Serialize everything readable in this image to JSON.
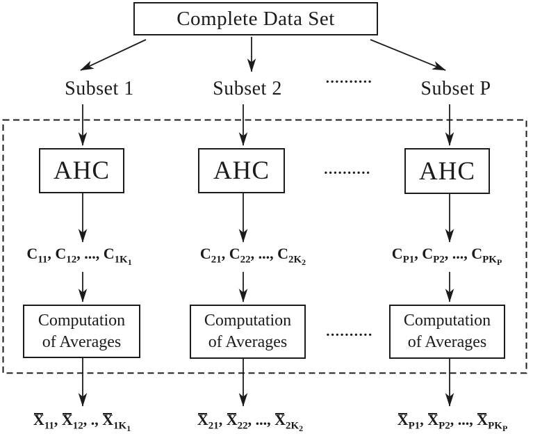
{
  "diagram": {
    "title_box": "Complete Data Set",
    "subsets": [
      "Subset 1",
      "Subset 2",
      "Subset P"
    ],
    "ellipsis": "..........",
    "ahc_label": "AHC",
    "averages_lines": [
      "Computation",
      "of Averages"
    ],
    "columns": [
      {
        "clusters": [
          [
            "n",
            "C"
          ],
          [
            "s",
            "11"
          ],
          [
            "n",
            ", C"
          ],
          [
            "s",
            "12"
          ],
          [
            "n",
            ", ..., C"
          ],
          [
            "s",
            "1K"
          ],
          [
            "ss",
            "1"
          ]
        ],
        "outputs": [
          [
            "b",
            "X"
          ],
          [
            "s",
            "11"
          ],
          [
            "n",
            ", "
          ],
          [
            "b",
            "X"
          ],
          [
            "s",
            "12"
          ],
          [
            "n",
            ", ., "
          ],
          [
            "b",
            "X"
          ],
          [
            "s",
            "1K"
          ],
          [
            "ss",
            "1"
          ]
        ]
      },
      {
        "clusters": [
          [
            "n",
            "C"
          ],
          [
            "s",
            "21"
          ],
          [
            "n",
            ", C"
          ],
          [
            "s",
            "22"
          ],
          [
            "n",
            ", ..., C"
          ],
          [
            "s",
            "2K"
          ],
          [
            "ss",
            "2"
          ]
        ],
        "outputs": [
          [
            "b",
            "X"
          ],
          [
            "s",
            "21"
          ],
          [
            "n",
            ", "
          ],
          [
            "b",
            "X"
          ],
          [
            "s",
            "22"
          ],
          [
            "n",
            ", ..., "
          ],
          [
            "b",
            "X"
          ],
          [
            "s",
            "2K"
          ],
          [
            "ss",
            "2"
          ]
        ]
      },
      {
        "clusters": [
          [
            "n",
            "C"
          ],
          [
            "s",
            "P1"
          ],
          [
            "n",
            ", C"
          ],
          [
            "s",
            "P2"
          ],
          [
            "n",
            ", ..., C"
          ],
          [
            "s",
            "PK"
          ],
          [
            "ss",
            "P"
          ]
        ],
        "outputs": [
          [
            "b",
            "X"
          ],
          [
            "s",
            "P1"
          ],
          [
            "n",
            ", "
          ],
          [
            "b",
            "X"
          ],
          [
            "s",
            "P2"
          ],
          [
            "n",
            ", ..., "
          ],
          [
            "b",
            "X"
          ],
          [
            "s",
            "PK"
          ],
          [
            "ss",
            "P"
          ]
        ]
      }
    ],
    "colors": {
      "ink": "#1b1b1b",
      "background": "#ffffff"
    }
  }
}
